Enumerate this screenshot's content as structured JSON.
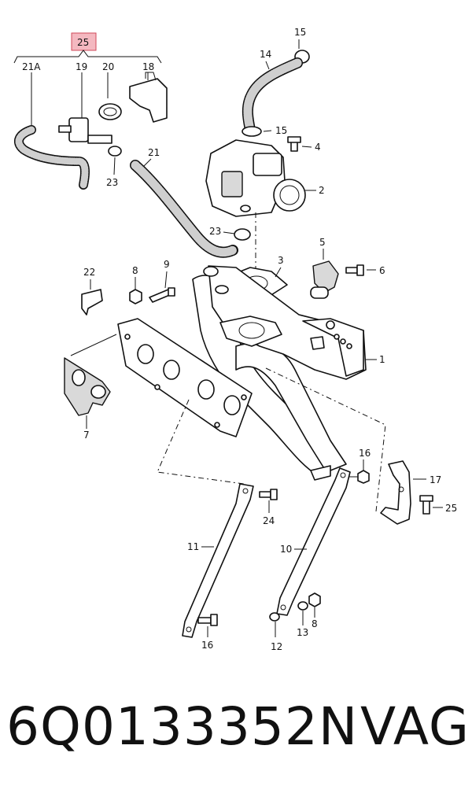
{
  "diagram": {
    "highlight_color": "#f4b8c0",
    "labels": {
      "p25_top": "25",
      "p21A": "21A",
      "p19": "19",
      "p20": "20",
      "p18": "18",
      "p15a": "15",
      "p14": "14",
      "p15b": "15",
      "p4": "4",
      "p2": "2",
      "p21": "21",
      "p23a": "23",
      "p23b": "23",
      "p22": "22",
      "p8a": "8",
      "p9": "9",
      "p3": "3",
      "p5": "5",
      "p6": "6",
      "p1": "1",
      "p7": "7",
      "p16a": "16",
      "p17": "17",
      "p25b": "25",
      "p24": "24",
      "p11": "11",
      "p10": "10",
      "p16b": "16",
      "p13": "13",
      "p8b": "8",
      "p12": "12"
    }
  },
  "caption": {
    "part_number": "6Q0133352N",
    "brand": "VAG"
  }
}
